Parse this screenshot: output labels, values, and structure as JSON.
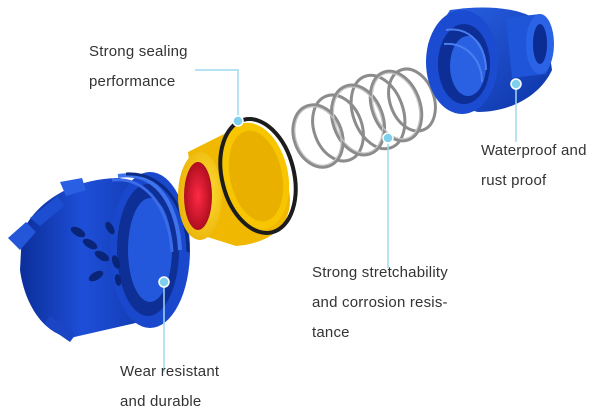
{
  "callouts": {
    "sealing": {
      "line1": "Strong sealing",
      "line2": "performance"
    },
    "waterproof": {
      "line1": "Waterproof and",
      "line2": "rust proof"
    },
    "stretch": {
      "line1": "Strong stretchability",
      "line2": "and corrosion resis-",
      "line3": "tance"
    },
    "wear": {
      "line1": "Wear resistant",
      "line2": "and durable"
    }
  },
  "parts": [
    {
      "name": "blue-threaded-collar",
      "color": "#1f4fd6"
    },
    {
      "name": "yellow-seal-valve",
      "color": "#f5c400"
    },
    {
      "name": "steel-spring",
      "color": "#8a8a8a"
    },
    {
      "name": "blue-end-cap",
      "color": "#1f56d9"
    }
  ],
  "colors": {
    "leader_line": "#9fd9ee",
    "dot": "#7fd0ec",
    "text": "#333333",
    "red_inner": "#d0102a",
    "black_oring": "#1c1c1c"
  }
}
